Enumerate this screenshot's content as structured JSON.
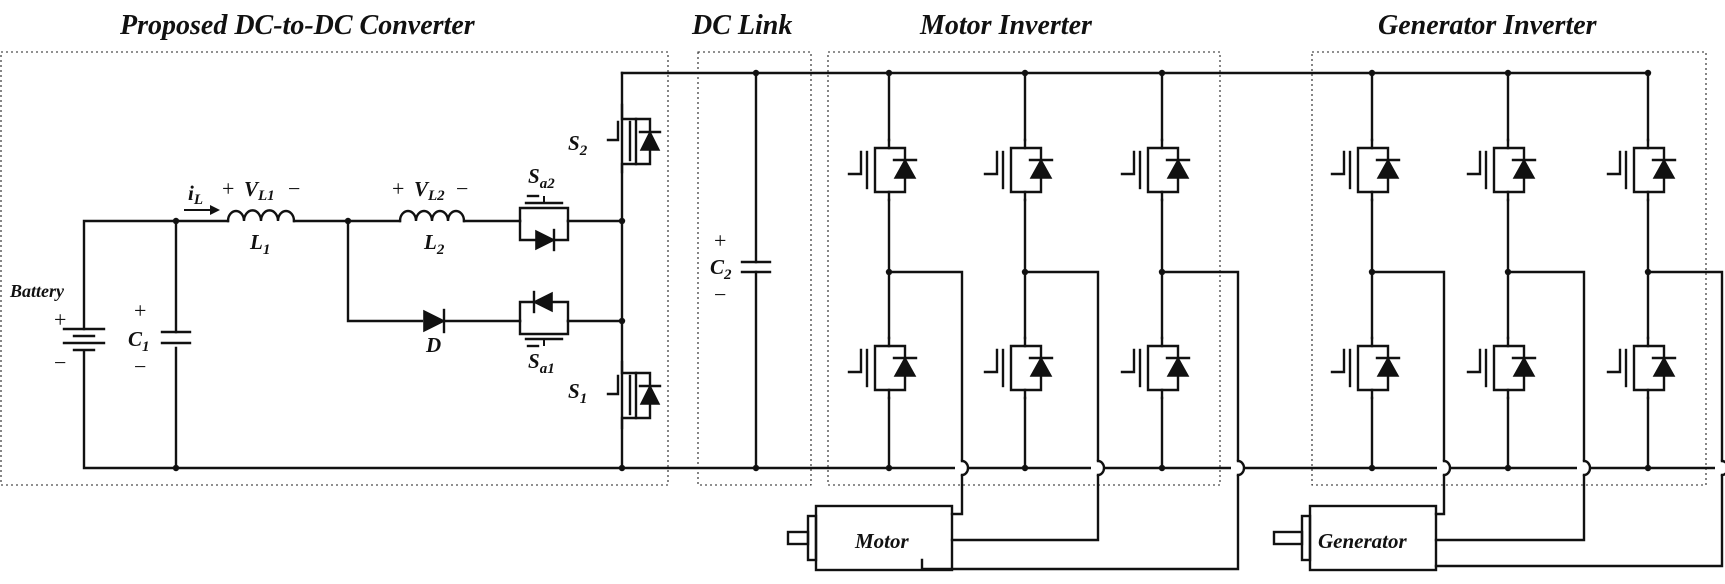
{
  "diagram": {
    "sections": {
      "converter": "Proposed  DC-to-DC Converter",
      "dclink": "DC Link",
      "motor_inverter": "Motor Inverter",
      "generator_inverter": "Generator Inverter"
    },
    "components": {
      "battery": "Battery",
      "c1": "C",
      "c1_sub": "1",
      "c2": "C",
      "c2_sub": "2",
      "l1": "L",
      "l1_sub": "1",
      "l2": "L",
      "l2_sub": "2",
      "d": "D",
      "s1": "S",
      "s1_sub": "1",
      "s2": "S",
      "s2_sub": "2",
      "sa1": "S",
      "sa1_sub": "a1",
      "sa2": "S",
      "sa2_sub": "a2",
      "il": "i",
      "il_sub": "L",
      "vl1": "V",
      "vl1_sub": "L1",
      "vl2": "V",
      "vl2_sub": "L2",
      "motor": "Motor",
      "generator": "Generator"
    },
    "signs": {
      "plus": "+",
      "minus": "−"
    }
  }
}
